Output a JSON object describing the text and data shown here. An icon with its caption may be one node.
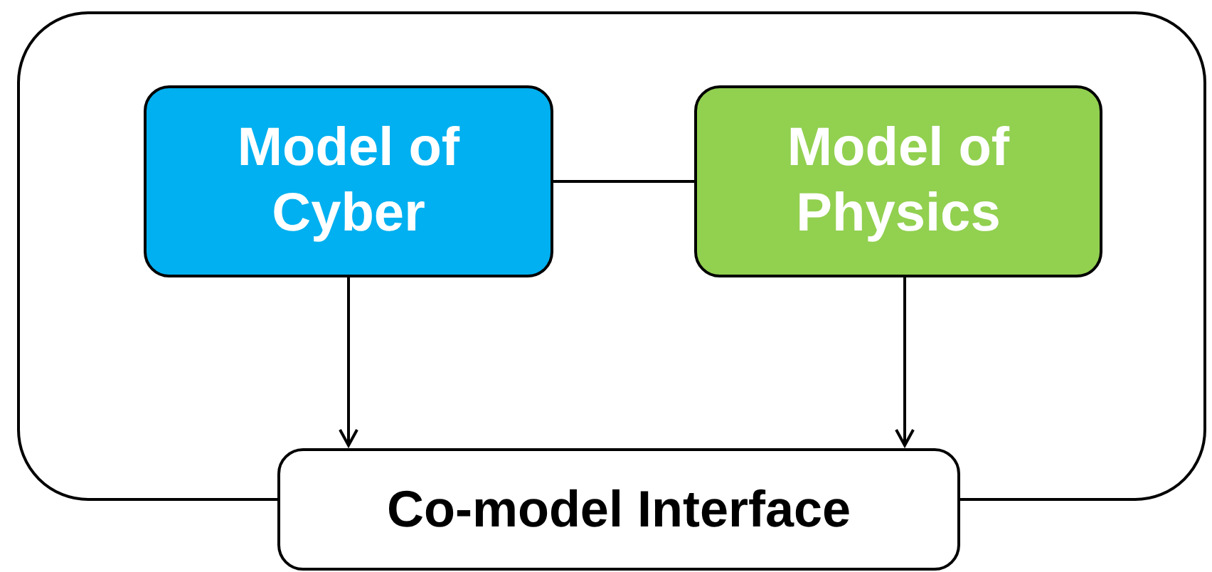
{
  "diagram": {
    "nodes": [
      {
        "text": [],
        "shape": "box"
      },
      {
        "text": [
          "Model of Cyber"
        ],
        "in": 0
      },
      {
        "text": [
          "Model of Physics"
        ],
        "in": 0
      },
      {
        "text": [
          "Co-model Interface"
        ]
      }
    ],
    "edges": [
      {
        "from": 1,
        "to": 2,
        "arrow": "none"
      },
      {
        "from": 1,
        "to": 3,
        "arrow": "to"
      },
      {
        "from": 2,
        "to": 3,
        "arrow": "to"
      }
    ]
  }
}
